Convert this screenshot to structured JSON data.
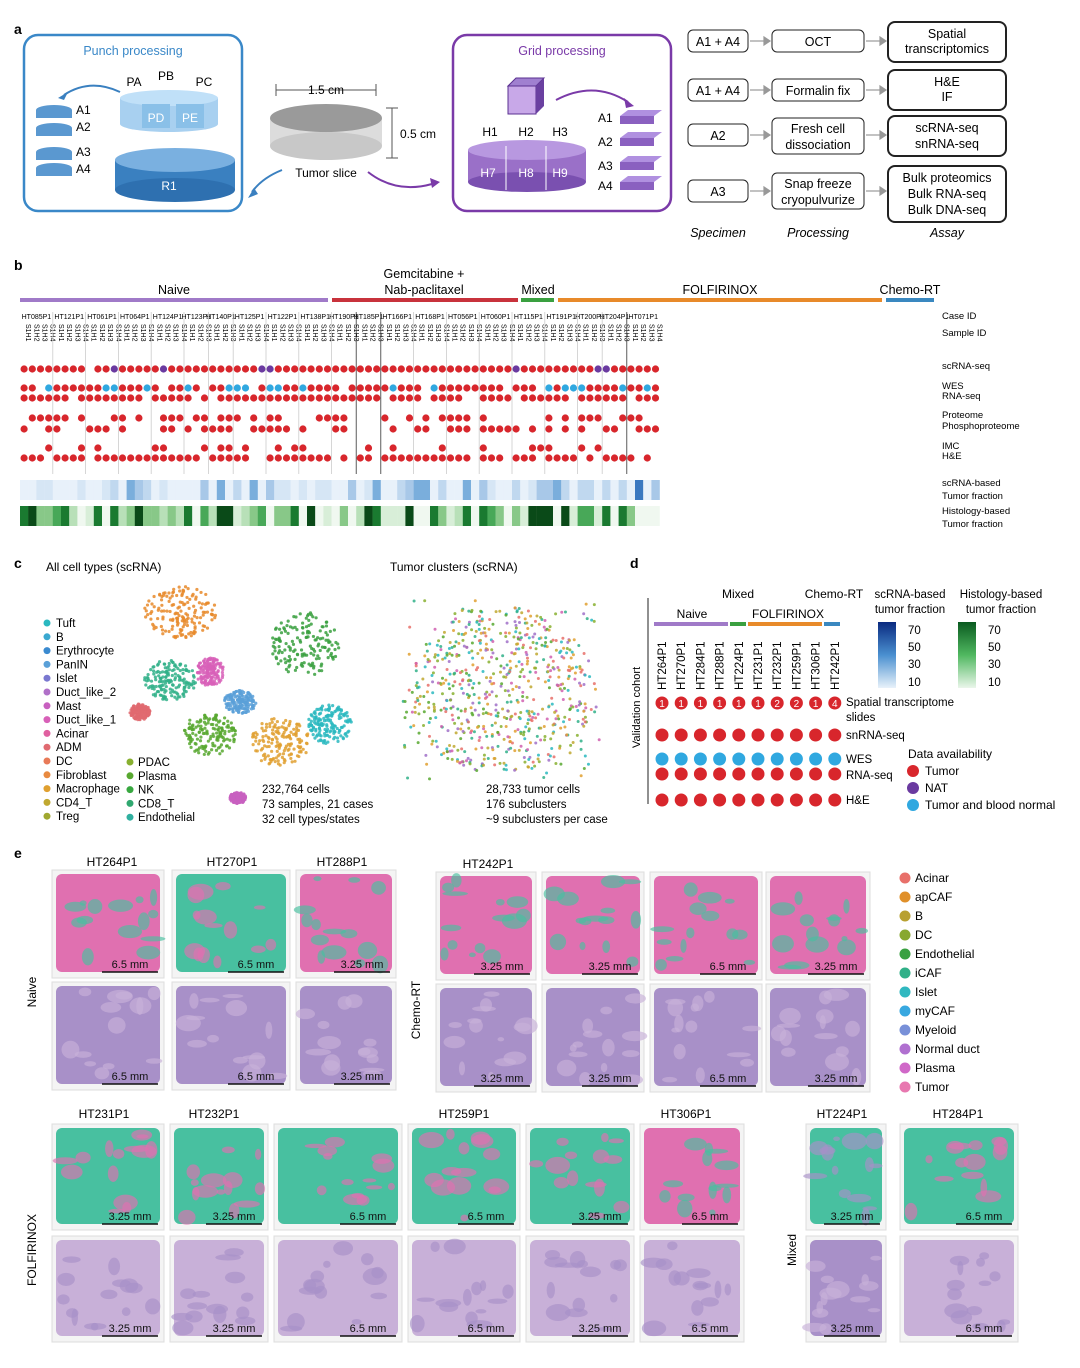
{
  "panel_a": {
    "label": "a",
    "punch_title": "Punch processing",
    "punch_top": [
      "PA",
      "PB",
      "PC"
    ],
    "punch_mid": [
      "PD",
      "PE"
    ],
    "punch_left": [
      "A1",
      "A2",
      "A3",
      "A4"
    ],
    "punch_bottom": "R1",
    "slice_width": "1.5 cm",
    "slice_height": "0.5 cm",
    "slice_label": "Tumor slice",
    "grid_title": "Grid processing",
    "grid_top": [
      "H1",
      "H2",
      "H3"
    ],
    "grid_bottom": [
      "H7",
      "H8",
      "H9"
    ],
    "grid_right": [
      "A1",
      "A2",
      "A3",
      "A4"
    ],
    "flows": [
      {
        "specimen": "A1 + A4",
        "processing": "OCT",
        "assay": [
          "Spatial",
          "transcriptomics"
        ]
      },
      {
        "specimen": "A1 + A4",
        "processing": "Formalin fix",
        "assay": [
          "H&E",
          "IF"
        ]
      },
      {
        "specimen": "A2",
        "processing": "Fresh cell dissociation",
        "assay": [
          "scRNA-seq",
          "snRNA-seq"
        ]
      },
      {
        "specimen": "A3",
        "processing": "Snap freeze cryopulvurize",
        "assay": [
          "Bulk proteomics",
          "Bulk RNA-seq",
          "Bulk DNA-seq"
        ]
      }
    ],
    "col_specimen": "Specimen",
    "col_processing": "Processing",
    "col_assay": "Assay"
  },
  "panel_b": {
    "label": "b",
    "groups": [
      {
        "name": "Naive",
        "color": "#a07ac8"
      },
      {
        "name": "Gemcitabine + Nab-paclitaxel",
        "color": "#c8323c"
      },
      {
        "name": "Mixed",
        "color": "#3aa040"
      },
      {
        "name": "FOLFIRINOX",
        "color": "#e88a2a"
      },
      {
        "name": "Chemo-RT",
        "color": "#3a88c0"
      }
    ],
    "cases": [
      "HT085P1",
      "HT121P1",
      "HT061P1",
      "HT064P1",
      "HT124P1",
      "HT123P1",
      "HT140P1",
      "HT125P1",
      "HT122P1",
      "HT138P1",
      "HT190P1",
      "HT185P1",
      "HT166P1",
      "HT168P1",
      "HT056P1",
      "HT060P1",
      "HT115P1",
      "HT191P1",
      "HT200P1",
      "HT204P1",
      "HT071P1"
    ],
    "sample_prefix": "S1H",
    "row_labels": [
      "Case ID",
      "Sample ID",
      "scRNA-seq",
      "WES",
      "RNA-seq",
      "Proteome",
      "Phosphoproteome",
      "IMC",
      "H&E",
      "scRNA-based",
      "Tumor fraction",
      "Histology-based",
      "Tumor fraction"
    ]
  },
  "panel_c": {
    "label": "c",
    "title_left": "All cell types (scRNA)",
    "title_right": "Tumor clusters (scRNA)",
    "legend_col1": [
      {
        "name": "Tuft",
        "color": "#2ab8c0"
      },
      {
        "name": "B",
        "color": "#3aa8d0"
      },
      {
        "name": "Erythrocyte",
        "color": "#3a8ad0"
      },
      {
        "name": "PanIN",
        "color": "#5aa0d8"
      },
      {
        "name": "Islet",
        "color": "#7a78d0"
      },
      {
        "name": "Duct_like_2",
        "color": "#b070c8"
      },
      {
        "name": "Mast",
        "color": "#c860c0"
      },
      {
        "name": "Duct_like_1",
        "color": "#d860b8"
      },
      {
        "name": "Acinar",
        "color": "#e060a0"
      },
      {
        "name": "ADM",
        "color": "#e06a70"
      },
      {
        "name": "DC",
        "color": "#e87a58"
      },
      {
        "name": "Fibroblast",
        "color": "#e88a40"
      },
      {
        "name": "Macrophage",
        "color": "#e0a030"
      },
      {
        "name": "CD4_T",
        "color": "#c0a830"
      },
      {
        "name": "Treg",
        "color": "#a0a830"
      }
    ],
    "legend_col2": [
      {
        "name": "PDAC",
        "color": "#88b030"
      },
      {
        "name": "Plasma",
        "color": "#58a830"
      },
      {
        "name": "NK",
        "color": "#38a840"
      },
      {
        "name": "CD8_T",
        "color": "#30a870"
      },
      {
        "name": "Endothelial",
        "color": "#30b0a0"
      }
    ],
    "stats_left": [
      "232,764 cells",
      "73 samples, 21 cases",
      "32 cell types/states"
    ],
    "stats_right": [
      "28,733 tumor cells",
      "176 subclusters",
      "~9 subclusters per case"
    ]
  },
  "panel_d": {
    "label": "d",
    "cohort_label": "Validation cohort",
    "group_mixed": "Mixed",
    "group_chemo": "Chemo-RT",
    "group_naive": "Naive",
    "group_folfirinox": "FOLFIRINOX",
    "cases": [
      "HT264P1",
      "HT270P1",
      "HT284P1",
      "HT288P1",
      "HT224P1",
      "HT231P1",
      "HT232P1",
      "HT259P1",
      "HT306P1",
      "HT242P1"
    ],
    "spatial_counts": [
      "1",
      "1",
      "1",
      "1",
      "1",
      "1",
      "2",
      "2",
      "1",
      "4"
    ],
    "rows": [
      "Spatial transcriptome slides",
      "snRNA-seq",
      "WES",
      "RNA-seq",
      "H&E"
    ],
    "colorbar_sc_title": [
      "scRNA-based",
      "tumor fraction"
    ],
    "colorbar_hist_title": [
      "Histology-based",
      "tumor fraction"
    ],
    "colorbar_ticks": [
      "70",
      "50",
      "30",
      "10"
    ],
    "availability_title": "Data availability",
    "availability": [
      {
        "name": "Tumor",
        "color": "#d8262c"
      },
      {
        "name": "NAT",
        "color": "#6a3aa0"
      },
      {
        "name": "Tumor and blood normal",
        "color": "#30a8e0"
      }
    ]
  },
  "panel_e": {
    "label": "e",
    "naive_label": "Naive",
    "chemo_label": "Chemo-RT",
    "folfirinox_label": "FOLFIRINOX",
    "mixed_label": "Mixed",
    "naive_cases": [
      "HT264P1",
      "HT270P1",
      "HT288P1"
    ],
    "naive_scales": [
      "6.5 mm",
      "6.5 mm",
      "3.25 mm"
    ],
    "chemo_case": "HT242P1",
    "chemo_scales": [
      "3.25 mm",
      "3.25 mm",
      "6.5 mm",
      "3.25 mm"
    ],
    "folf_cases": [
      "HT231P1",
      "HT232P1",
      "HT259P1",
      "HT306P1"
    ],
    "folf_scales": [
      "3.25 mm",
      "3.25 mm",
      "6.5 mm",
      "6.5 mm",
      "3.25 mm",
      "6.5 mm"
    ],
    "mixed_cases": [
      "HT224P1",
      "HT284P1"
    ],
    "mixed_scales": [
      "3.25 mm",
      "6.5 mm"
    ],
    "legend": [
      {
        "name": "Acinar",
        "color": "#e8706a"
      },
      {
        "name": "apCAF",
        "color": "#e0902a"
      },
      {
        "name": "B",
        "color": "#b8a030"
      },
      {
        "name": "DC",
        "color": "#88a830"
      },
      {
        "name": "Endothelial",
        "color": "#38a040"
      },
      {
        "name": "iCAF",
        "color": "#30b088"
      },
      {
        "name": "Islet",
        "color": "#30b8c0"
      },
      {
        "name": "myCAF",
        "color": "#38a8e0"
      },
      {
        "name": "Myeloid",
        "color": "#7890d8"
      },
      {
        "name": "Normal duct",
        "color": "#b070d0"
      },
      {
        "name": "Plasma",
        "color": "#d068c8"
      },
      {
        "name": "Tumor",
        "color": "#e878b0"
      }
    ]
  }
}
